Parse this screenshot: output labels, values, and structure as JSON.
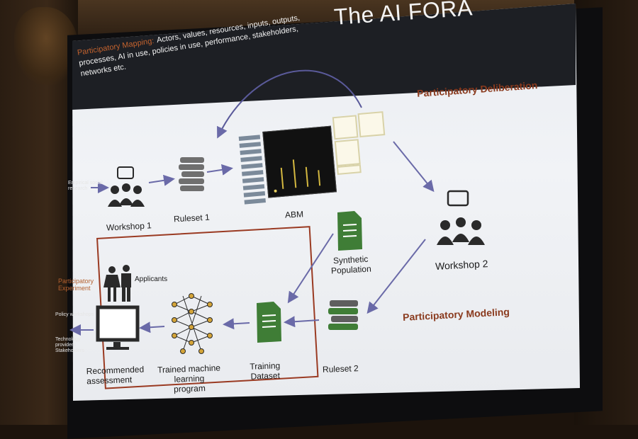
{
  "title": "The AI FORA",
  "intro_note": {
    "highlight": "Participatory Mapping:",
    "text": "Actors, values, resources, inputs, outputs, processes, AI in use, policies in use, performance, stakeholders, networks etc."
  },
  "phases": {
    "deliberation": "Participatory Deliberation",
    "modeling": "Participatory Modeling",
    "experiment": "Participatory Experiment"
  },
  "nodes": {
    "empirical_research": "Empirical social research",
    "workshop1": "Workshop 1",
    "ruleset1": "Ruleset 1",
    "abm": "ABM",
    "workshop2": "Workshop 2",
    "synthetic_population": "Synthetic Population",
    "ruleset2": "Ruleset 2",
    "training_dataset": "Training Dataset",
    "trained_program": "Trained machine learning program",
    "recommended_assessment": "Recommended assessment",
    "applicants": "Applicants",
    "policy_workshops": "Policy workshops",
    "technology_providers": "Technology providers Stakeholders"
  },
  "colors": {
    "phase_text": "#8a3a1e",
    "arrow": "#6a6aa8",
    "document_green": "#3f7d36",
    "box_border": "#9a3a22"
  }
}
